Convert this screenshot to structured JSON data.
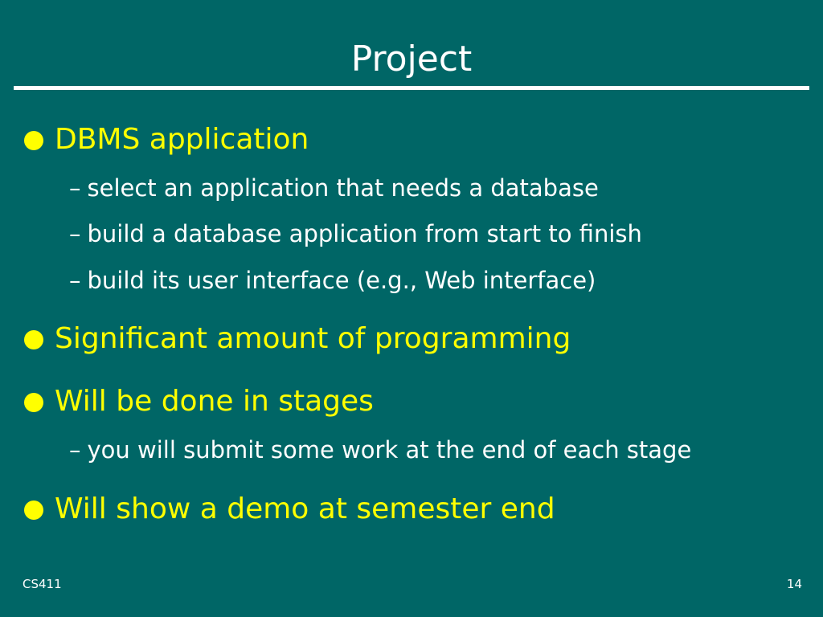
{
  "slide": {
    "title": "Project",
    "bullets": [
      {
        "text": "DBMS application",
        "subs": [
          "select an application that needs a database",
          "build a database application from start to finish",
          "build its user interface (e.g., Web interface)"
        ]
      },
      {
        "text": "Significant amount of programming",
        "subs": []
      },
      {
        "text": "Will be done in stages",
        "subs": [
          "you will submit some work at the end of each stage"
        ]
      },
      {
        "text": "Will show a demo at semester end",
        "subs": []
      }
    ],
    "sub_marker": "–",
    "footer": {
      "left": "CS411",
      "right": "14"
    }
  },
  "colors": {
    "background": "#006666",
    "title": "#ffffff",
    "bullet": "#ffff00",
    "sub": "#ffffff"
  }
}
